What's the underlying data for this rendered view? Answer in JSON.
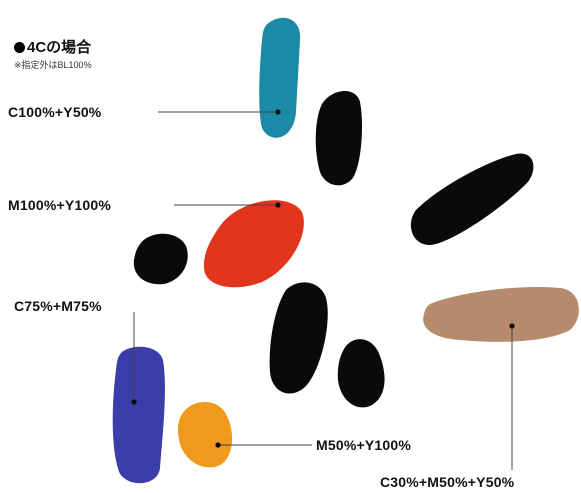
{
  "heading": "4Cの場合",
  "note": "※指定外はBL100%",
  "colors": {
    "teal": "#1b8aa6",
    "red": "#e2351e",
    "blue": "#3b3da8",
    "orange": "#ef9a1c",
    "tan": "#b58a6d",
    "black": "#0a0a0a",
    "leader": "#444444"
  },
  "labels": {
    "c100_y50": "C100%+Y50%",
    "m100_y100": "M100%+Y100%",
    "c75_m75": "C75%+M75%",
    "m50_y100": "M50%+Y100%",
    "c30_m50_y50": "C30%+M50%+Y50%"
  }
}
